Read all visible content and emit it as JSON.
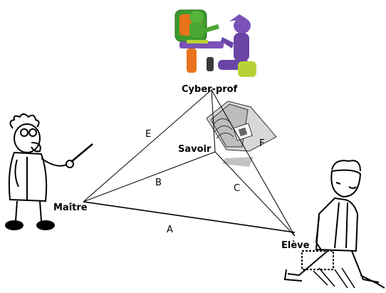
{
  "diagram": {
    "nodes": {
      "cyber_prof": {
        "label": "Cyber-prof",
        "icon": "clay-figures-at-computer-icon"
      },
      "savoir": {
        "label": "Savoir",
        "icon": "open-book-icon"
      },
      "maitre": {
        "label": "Maître",
        "icon": "professor-with-pointer-icon"
      },
      "eleve": {
        "label": "Elève",
        "icon": "walking-student-icon"
      }
    },
    "edges": {
      "a": {
        "label": "A",
        "from": "Maître",
        "to": "Elève"
      },
      "b": {
        "label": "B",
        "from": "Maître",
        "to": "Savoir"
      },
      "c": {
        "label": "C",
        "from": "Savoir",
        "to": "Elève"
      },
      "e": {
        "label": "E",
        "from": "Maître",
        "to": "Cyber-prof"
      },
      "f": {
        "label": "F",
        "from": "Cyber-prof",
        "to": "Elève"
      }
    },
    "colors": {
      "line": "#000000",
      "clay_green": "#3c9a2c",
      "clay_purple": "#7a52b8",
      "clay_orange": "#e8731c",
      "clay_yellowgreen": "#b8d236"
    }
  }
}
